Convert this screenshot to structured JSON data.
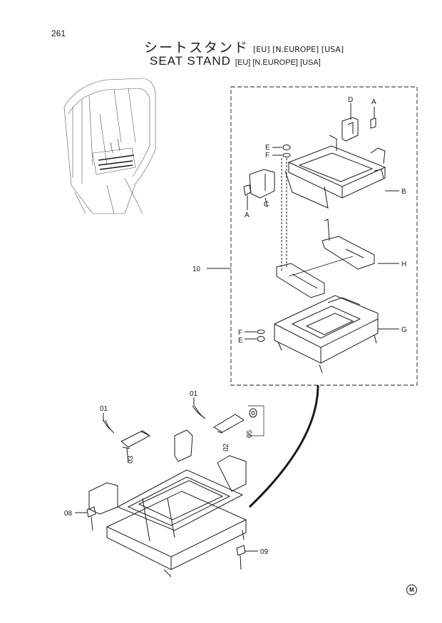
{
  "page_number": "261",
  "title_jp": "シートスタンド",
  "title_en": "SEAT  STAND",
  "markets": "[EU] [N.EUROPE] [USA]",
  "labels": {
    "A": "A",
    "B": "B",
    "C": "C",
    "D": "D",
    "E": "E",
    "F": "F",
    "G": "G",
    "H": "H",
    "p10": "10",
    "p01": "01",
    "p02": "02",
    "p03": "03",
    "p05": "05",
    "p08": "08",
    "p09": "09"
  },
  "corner_mark": "M"
}
